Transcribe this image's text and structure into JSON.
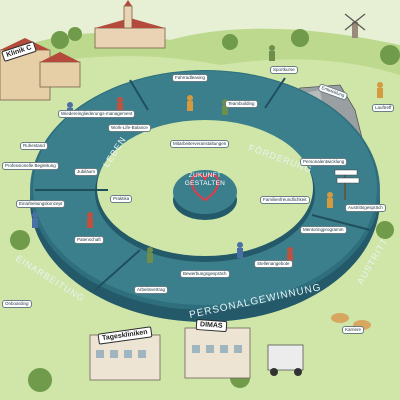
{
  "center": {
    "line1": "ZUKUNFT",
    "line2": "GESTALTEN"
  },
  "segments": [
    "LEBEN",
    "FÖRDERUNG",
    "AUSTRITT",
    "PERSONALGEWINNUNG",
    "EINARBEITUNG"
  ],
  "buildings": {
    "top_left_sign": "Klinik C",
    "tagesklinik": "Tageskliniken",
    "dimas": "DIMAS"
  },
  "tags": [
    "Fahrradleasing",
    "Sportkurse",
    "Teambuilding",
    "Entwicklung",
    "Wiedereingliederungs-management",
    "Work-Life-Balance",
    "Mitarbeiterveranstaltungen",
    "Personalentwicklung",
    "Ruhestand",
    "Professionelle Begleitung",
    "Jubiläum",
    "Einarbeitungskonzept",
    "Mentoringprogramm",
    "Patenschaft",
    "Onboarding",
    "Austrittsgespräch",
    "Bewerbungsgespräch",
    "Stellenangebote",
    "Arbeitsvertrag",
    "Praktika",
    "Karriere",
    "Familienfreundlichkeit",
    "Lauftreff"
  ],
  "colors": {
    "ring": "#2f6f7d",
    "ring_top": "#4f93a0",
    "text": "#e7f3f4",
    "grass": "#cfe6a8",
    "heart": "#e23b4c"
  }
}
